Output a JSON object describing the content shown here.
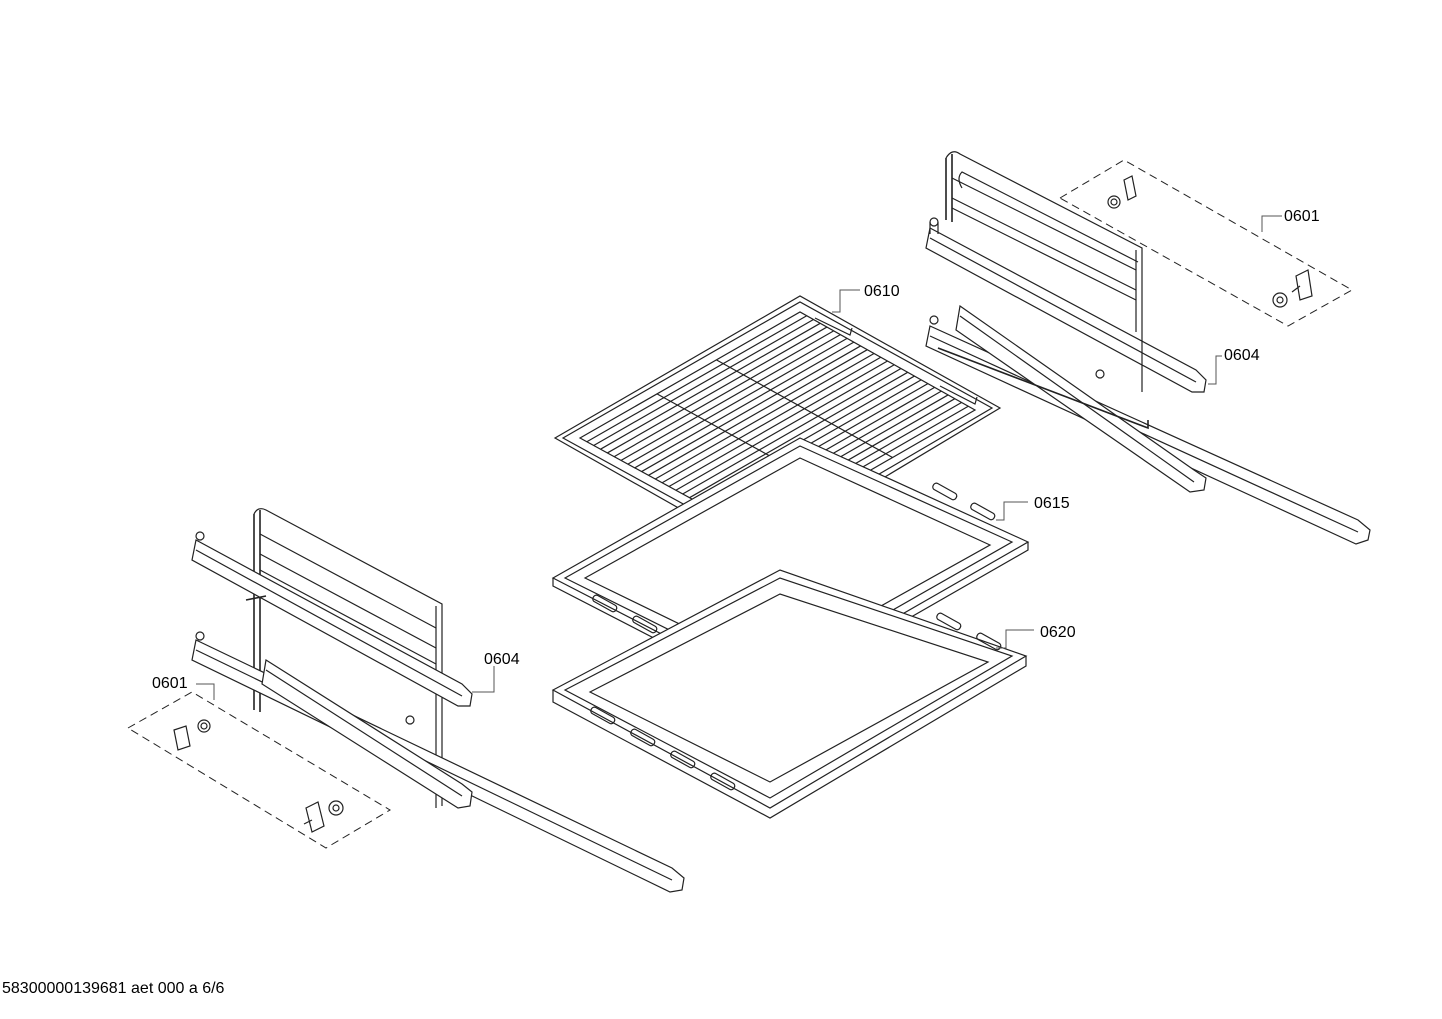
{
  "labels": {
    "rack": "0610",
    "tray_shallow": "0615",
    "tray_deep": "0620",
    "rail_right": "0604",
    "rail_left": "0604",
    "clip_kit_right": "0601",
    "clip_kit_left": "0601"
  },
  "footer": "58300000139681 aet 000 a 6/6"
}
